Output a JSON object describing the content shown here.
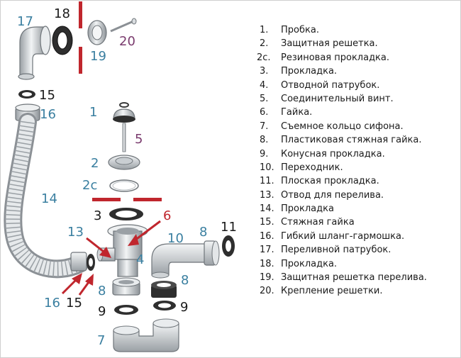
{
  "colors": {
    "teal": "#3a7fa0",
    "purple": "#7a3b6e",
    "black": "#1a1a1a",
    "red": "#c0262d",
    "metal": "#d9dde0",
    "metal_dark": "#8b9095",
    "rubber": "#2e2e2e"
  },
  "callouts": {
    "c17": "17",
    "c18": "18",
    "c19": "19",
    "c20": "20",
    "c15a": "15",
    "c16a": "16",
    "c1": "1",
    "c5": "5",
    "c2": "2",
    "c2c": "2c",
    "c14": "14",
    "c3": "3",
    "c6": "6",
    "c13": "13",
    "c4": "4",
    "c10": "10",
    "c8a": "8",
    "c11": "11",
    "c8b": "8",
    "c8c": "8",
    "c16b": "16",
    "c15b": "15",
    "c9a": "9",
    "c9b": "9",
    "c7": "7"
  },
  "legend": [
    {
      "num": "1.",
      "text": "Пробка."
    },
    {
      "num": "2.",
      "text": "Защитная решетка."
    },
    {
      "num": "2с.",
      "text": "Резиновая прокладка."
    },
    {
      "num": "3.",
      "text": "Прокладка."
    },
    {
      "num": "4.",
      "text": "Отводной патрубок."
    },
    {
      "num": "5.",
      "text": "Соединительный винт."
    },
    {
      "num": "6.",
      "text": "Гайка."
    },
    {
      "num": "7.",
      "text": "Съемное кольцо сифона."
    },
    {
      "num": "8.",
      "text": "Пластиковая стяжная гайка."
    },
    {
      "num": "9.",
      "text": "Конусная прокладка."
    },
    {
      "num": "10.",
      "text": "Переходник."
    },
    {
      "num": "11.",
      "text": "Плоская прокладка."
    },
    {
      "num": "13.",
      "text": "Отвод для перелива."
    },
    {
      "num": "14.",
      "text": "Прокладка"
    },
    {
      "num": "15.",
      "text": "Стяжная гайка"
    },
    {
      "num": "16.",
      "text": "Гибкий шланг-гармошка."
    },
    {
      "num": "17.",
      "text": "Переливной патрубок."
    },
    {
      "num": "18.",
      "text": "Прокладка."
    },
    {
      "num": "19.",
      "text": "Защитная решетка перелива."
    },
    {
      "num": "20.",
      "text": "Крепление решетки."
    }
  ]
}
